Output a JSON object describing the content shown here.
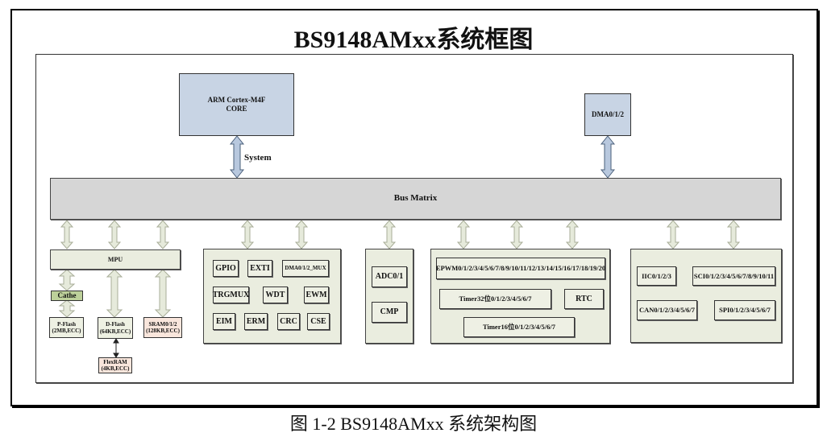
{
  "title": "BS9148AMxx系统框图",
  "caption": "图 1-2 BS9148AMxx 系统架构图",
  "core": {
    "label_line1": "ARM Cortex-M4F",
    "label_line2": "CORE"
  },
  "system_label": "System",
  "dma": {
    "label": "DMA0/1/2"
  },
  "bus_matrix": {
    "label": "Bus Matrix"
  },
  "memory_group": {
    "mpu": "MPU",
    "cache": "Cathe",
    "pflash": {
      "line1": "P-Flash",
      "line2": "(2MB,ECC)"
    },
    "dflash": {
      "line1": "D-Flash",
      "line2": "(64KB,ECC)"
    },
    "sram": {
      "line1": "SRAM0/1/2",
      "line2": "(128KB,ECC)"
    },
    "flexram": {
      "line1": "FlexRAM",
      "line2": "(4KB,ECC)"
    }
  },
  "system_group": {
    "items": [
      "GPIO",
      "EXTI",
      "DMA0/1/2_MUX",
      "TRGMUX",
      "WDT",
      "EWM",
      "EIM",
      "ERM",
      "CRC",
      "CSE"
    ]
  },
  "analog_group": {
    "items": [
      "ADC0/1",
      "CMP"
    ]
  },
  "timer_group": {
    "epwm": "EPWM0/1/2/3/4/5/6/7/8/9/10/11/12/13/14/15/16/17/18/19/20",
    "timer32": "Timer32位0/1/2/3/4/5/6/7",
    "rtc": "RTC",
    "timer16": "Timer16位0/1/2/3/4/5/6/7"
  },
  "comm_group": {
    "items": [
      "IIC0/1/2/3",
      "SCI0/1/2/3/4/5/6/7/8/9/10/11",
      "CAN0/1/2/3/4/5/6/7",
      "SPI0/1/2/3/4/5/6/7"
    ]
  },
  "colors": {
    "core_fill": "#c8d4e4",
    "bus_fill": "#d6d6d6",
    "group_fill": "#eaeddf",
    "cache_fill": "#bdd09a",
    "ram_fill": "#f9e6dc",
    "arrow_blue": "#b8c8de",
    "arrow_green": "#e6eadb"
  }
}
